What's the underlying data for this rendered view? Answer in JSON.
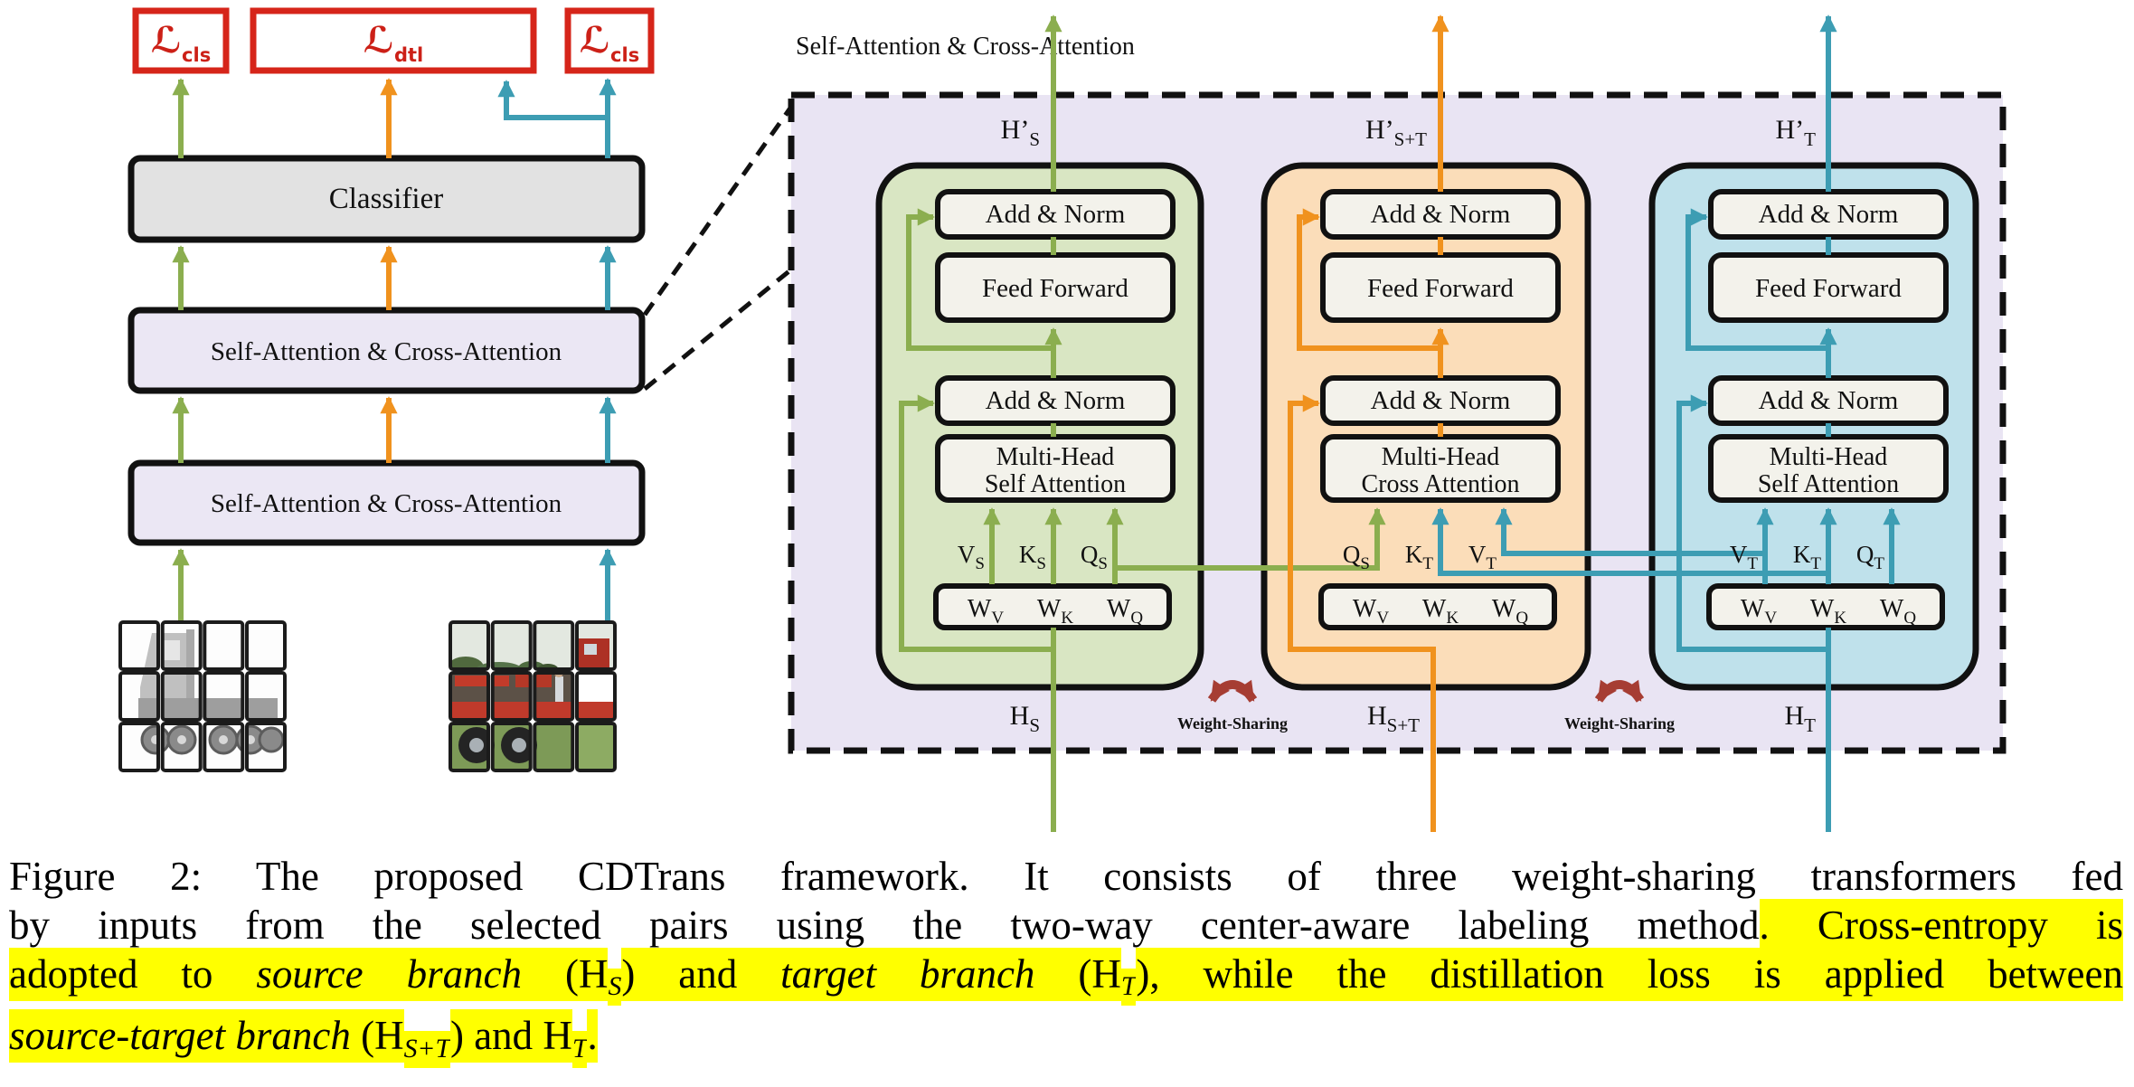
{
  "colors": {
    "green": "#8BAE4F",
    "orange": "#F0921E",
    "teal": "#3D9DB3",
    "loss_red": "#D6251A",
    "maroon": "#A63D33",
    "panel_fill": "#E9E4F3",
    "green_fill": "#D9E6C3",
    "orange_fill": "#FBDDB9",
    "blue_fill": "#BFE1EB",
    "inner_box_fill": "#F3F2EB",
    "classifier_fill": "#E2E2E2",
    "attention_fill": "#EBE7F4",
    "highlight": "#FFFF00"
  },
  "left_diagram": {
    "loss_cls_left": {
      "main": "ℒ",
      "sub": "cls"
    },
    "loss_dtl": {
      "main": "ℒ",
      "sub": "dtl"
    },
    "loss_cls_right": {
      "main": "ℒ",
      "sub": "cls"
    },
    "classifier_label": "Classifier",
    "attention_layer_1": "Self-Attention & Cross-Attention",
    "attention_layer_2": "Self-Attention & Cross-Attention"
  },
  "right_diagram": {
    "title": "Self-Attention & Cross-Attention",
    "outputs": [
      {
        "main": "H’",
        "sub": "S"
      },
      {
        "main": "H’",
        "sub": "S+T"
      },
      {
        "main": "H’",
        "sub": "T"
      }
    ],
    "inputs": [
      {
        "main": "H",
        "sub": "S"
      },
      {
        "main": "H",
        "sub": "S+T"
      },
      {
        "main": "H",
        "sub": "T"
      }
    ],
    "weight_sharing": [
      "Weight-Sharing",
      "Weight-Sharing"
    ],
    "branches": [
      {
        "name": "source-branch",
        "add_norm_top": "Add & Norm",
        "feed_forward": "Feed Forward",
        "add_norm_bottom": "Add & Norm",
        "attention_line1": "Multi-Head",
        "attention_line2": "Self Attention",
        "qkv": [
          {
            "main": "V",
            "sub": "S"
          },
          {
            "main": "K",
            "sub": "S"
          },
          {
            "main": "Q",
            "sub": "S"
          }
        ],
        "weights": [
          {
            "main": "W",
            "sub": "V"
          },
          {
            "main": "W",
            "sub": "K"
          },
          {
            "main": "W",
            "sub": "Q"
          }
        ]
      },
      {
        "name": "source-target-branch",
        "add_norm_top": "Add & Norm",
        "feed_forward": "Feed Forward",
        "add_norm_bottom": "Add & Norm",
        "attention_line1": "Multi-Head",
        "attention_line2": "Cross Attention",
        "qkv": [
          {
            "main": "Q",
            "sub": "S"
          },
          {
            "main": "K",
            "sub": "T"
          },
          {
            "main": "V",
            "sub": "T"
          }
        ],
        "weights": [
          {
            "main": "W",
            "sub": "V"
          },
          {
            "main": "W",
            "sub": "K"
          },
          {
            "main": "W",
            "sub": "Q"
          }
        ]
      },
      {
        "name": "target-branch",
        "add_norm_top": "Add & Norm",
        "feed_forward": "Feed Forward",
        "add_norm_bottom": "Add & Norm",
        "attention_line1": "Multi-Head",
        "attention_line2": "Self Attention",
        "qkv": [
          {
            "main": "V",
            "sub": "T"
          },
          {
            "main": "K",
            "sub": "T"
          },
          {
            "main": "Q",
            "sub": "T"
          }
        ],
        "weights": [
          {
            "main": "W",
            "sub": "V"
          },
          {
            "main": "W",
            "sub": "K"
          },
          {
            "main": "W",
            "sub": "Q"
          }
        ]
      }
    ]
  },
  "caption": {
    "lines": [
      [
        {
          "text": "Figure 2: The proposed CDTrans framework. It consists of three weight-sharing transformers fed"
        }
      ],
      [
        {
          "text": "by inputs from the selected pairs using the two-way center-aware labeling method"
        },
        {
          "text": ". Cross-entropy is",
          "hl": true
        }
      ],
      [
        {
          "text": "adopted to ",
          "hl": true
        },
        {
          "text": "source branch",
          "hl": true,
          "i": true
        },
        {
          "text": " (H",
          "hl": true
        },
        {
          "text": "S",
          "hl": true,
          "sub": true
        },
        {
          "text": ") and ",
          "hl": true
        },
        {
          "text": "target branch",
          "hl": true,
          "i": true
        },
        {
          "text": " (H",
          "hl": true
        },
        {
          "text": "T",
          "hl": true,
          "sub": true
        },
        {
          "text": "), while the distillation loss is applied between",
          "hl": true
        }
      ],
      [
        {
          "text": "source-target branch",
          "hl": true,
          "i": true
        },
        {
          "text": " (H",
          "hl": true
        },
        {
          "text": "S+T",
          "hl": true,
          "sub": true
        },
        {
          "text": ") and H",
          "hl": true
        },
        {
          "text": "T",
          "hl": true,
          "sub": true
        },
        {
          "text": ".",
          "hl": true
        }
      ]
    ]
  }
}
